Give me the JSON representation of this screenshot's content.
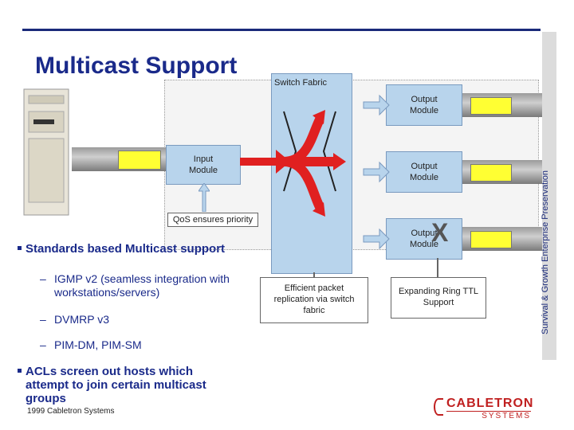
{
  "slide": {
    "title": "Multicast Support",
    "side_label": "Survival & Growth   Enterprise   Preservation",
    "footer": "1999 Cabletron Systems",
    "logo_top": "CABLETRON",
    "logo_bottom": "SYSTEMS"
  },
  "diagram": {
    "switch_fabric": "Switch Fabric",
    "input_module": "Input Module",
    "output_module_1": "Output Module",
    "output_module_2": "Output Module",
    "output_module_3": "Output Module",
    "qos": "QoS ensures priority",
    "replication_caption": "Efficient packet replication via switch fabric",
    "ring_caption": "Expanding Ring TTL Support",
    "block_mark": "X"
  },
  "bullets": [
    {
      "text": "Standards based Multicast support",
      "subs": [
        "IGMP v2 (seamless integration with workstations/servers)",
        "DVMRP v3",
        "PIM-DM, PIM-SM"
      ]
    },
    {
      "text": "ACLs screen out hosts which attempt to join certain multicast groups"
    }
  ],
  "colors": {
    "title": "#1a2a8a",
    "module": "#b8d4ec",
    "arrow": "#e02020",
    "connector": "#ffff33"
  }
}
